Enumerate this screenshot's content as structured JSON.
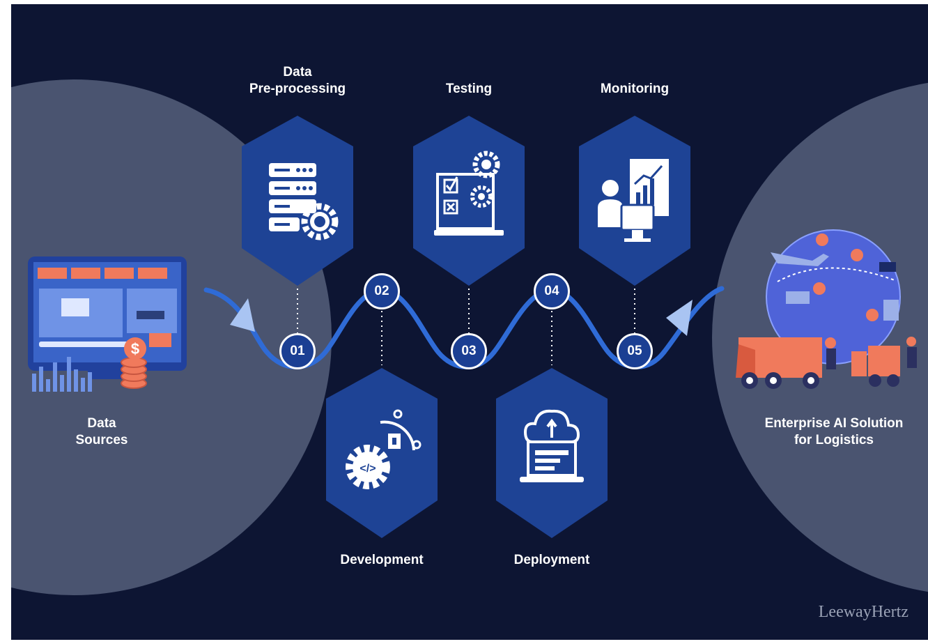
{
  "colors": {
    "background": "#0d1533",
    "side_circle": "#4a5470",
    "hexagon": "#1e4395",
    "wave": "#2f6bd6",
    "accent": "#f07a5c"
  },
  "sources": {
    "label": "Data\nSources",
    "icon": "monitor-dashboard-icon"
  },
  "solution": {
    "label": "Enterprise AI Solution\nfor Logistics",
    "icon": "logistics-globe-icon"
  },
  "steps": [
    {
      "number": "01",
      "label": "Data\nPre-processing",
      "icon": "server-gear-icon"
    },
    {
      "number": "02",
      "label": "Development",
      "icon": "code-gear-icon"
    },
    {
      "number": "03",
      "label": "Testing",
      "icon": "checklist-gear-icon"
    },
    {
      "number": "04",
      "label": "Deployment",
      "icon": "cloud-upload-laptop-icon"
    },
    {
      "number": "05",
      "label": "Monitoring",
      "icon": "analyst-chart-icon"
    }
  ],
  "brand": "LeewayHertz"
}
